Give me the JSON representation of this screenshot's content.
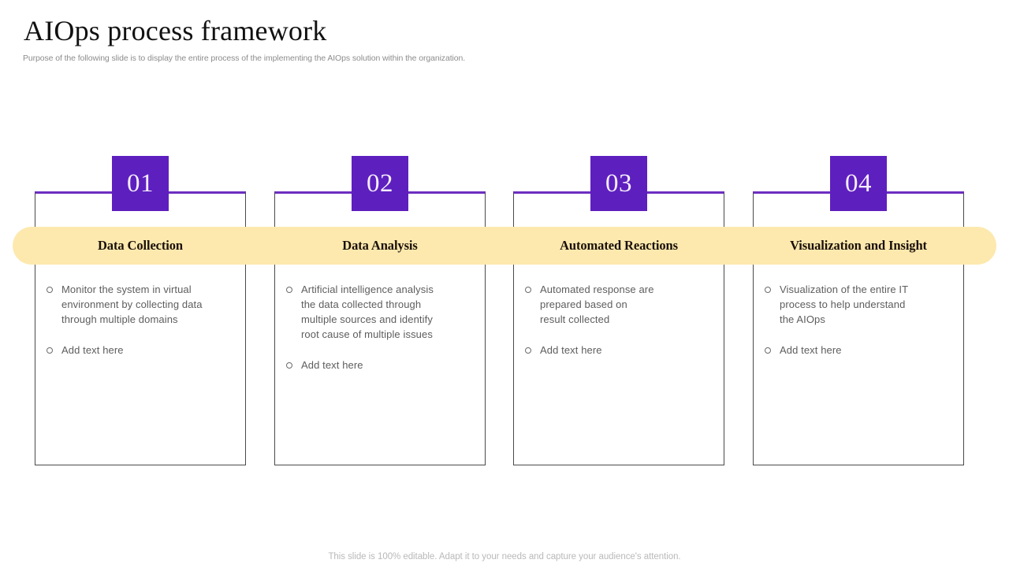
{
  "header": {
    "title": "AIOps process framework",
    "subtitle": "Purpose of the following slide is to display the entire process of the implementing the AIOps  solution within the organization."
  },
  "theme": {
    "purple": "#5e1fbf",
    "purple_rule": "#6d2ec0",
    "band_yellow": "#fde9ae",
    "card_border": "#4a4a4a",
    "body_text": "#5d5d5d",
    "subtitle_text": "#8d8d8d",
    "footer_text": "#b9b9b9"
  },
  "steps": [
    {
      "number": "01",
      "title": "Data Collection",
      "bullets": [
        [
          "Monitor the system in virtual",
          "environment  by collecting data",
          "through  multiple  domains"
        ],
        [
          "Add text here"
        ]
      ]
    },
    {
      "number": "02",
      "title": "Data Analysis",
      "bullets": [
        [
          "Artificial intelligence analysis",
          "the data collected through",
          "multiple sources and identify",
          "root cause of  multiple  issues"
        ],
        [
          "Add text here"
        ]
      ]
    },
    {
      "number": "03",
      "title": "Automated Reactions",
      "bullets": [
        [
          "Automated response are",
          "prepared based on",
          "result collected"
        ],
        [
          "Add text here"
        ]
      ]
    },
    {
      "number": "04",
      "title": "Visualization and Insight",
      "bullets": [
        [
          "Visualization of the entire IT",
          "process to help understand",
          "the AIOps"
        ],
        [
          "Add text here"
        ]
      ]
    }
  ],
  "footer": {
    "note": "This slide is 100% editable. Adapt it to your needs and capture your audience's attention."
  }
}
